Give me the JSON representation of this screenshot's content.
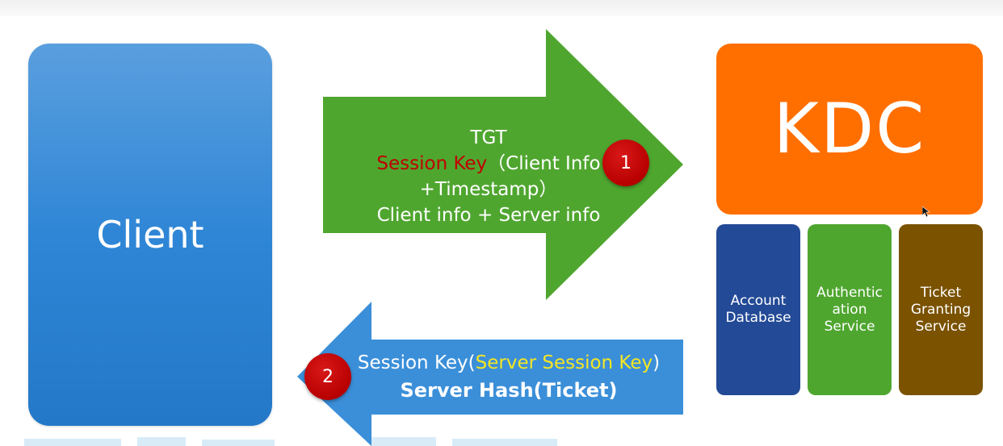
{
  "client": {
    "label": "Client"
  },
  "kdc": {
    "label": "KDC"
  },
  "services": [
    {
      "lines": [
        "Account",
        "Database"
      ]
    },
    {
      "lines": [
        "Authentic",
        "ation",
        "Service"
      ]
    },
    {
      "lines": [
        "Ticket",
        "Granting",
        "Service"
      ]
    }
  ],
  "arrow1": {
    "line1": "TGT",
    "line2_highlight": "Session Key",
    "line2_rest": "（Client Info",
    "line3": "+Timestamp）",
    "line4": "Client info + Server info",
    "badge": "1"
  },
  "arrow2": {
    "line1_prefix": "Session Key(",
    "line1_highlight": "Server Session Key",
    "line1_suffix": ")",
    "line2": "Server Hash(Ticket)",
    "badge": "2"
  },
  "colors": {
    "client": "#2f86d6",
    "arrow_forward": "#4fa62f",
    "arrow_back": "#3b8fd9",
    "kdc": "#ff6f00",
    "account_db": "#234a96",
    "auth_service": "#4fa62f",
    "tgs": "#7a5200",
    "badge": "#c00000",
    "session_key_text": "#c00000",
    "server_session_key_text": "#f5e623"
  }
}
